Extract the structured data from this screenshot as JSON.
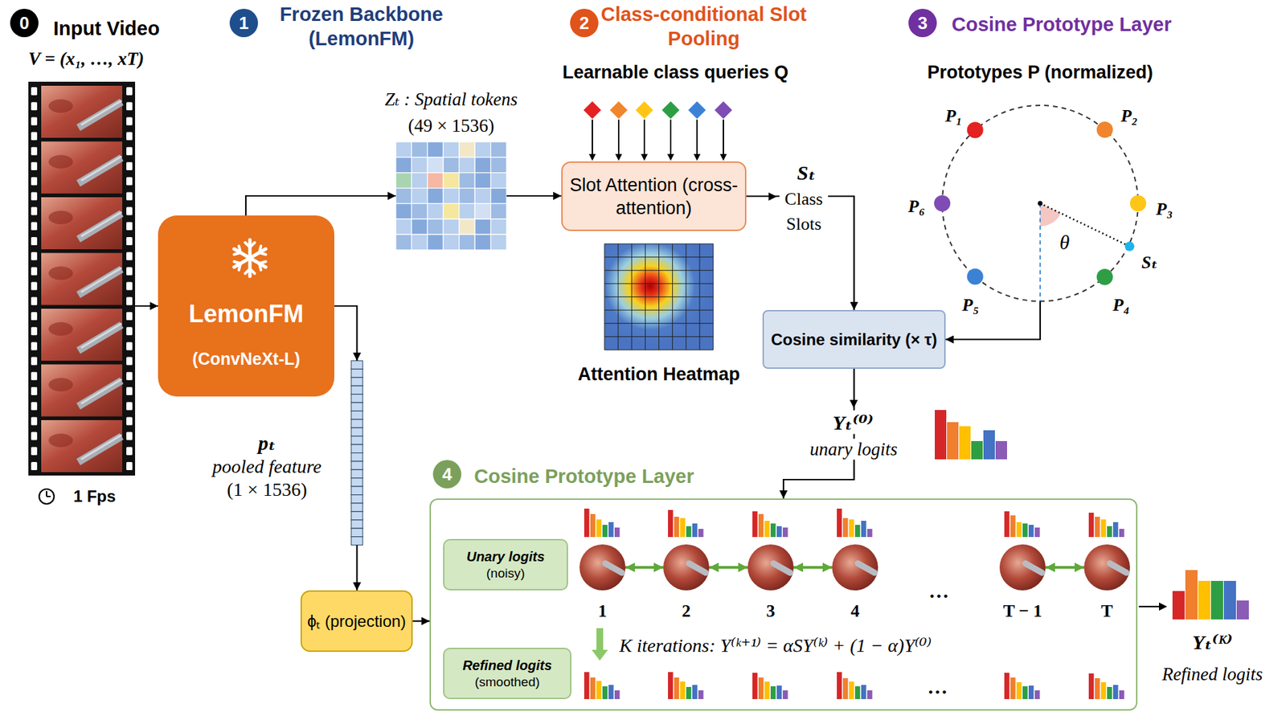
{
  "diagram": {
    "nodes": [
      {
        "text": [
          "Input Video",
          "V = (x₁, …, xT)"
        ]
      },
      {
        "text": [
          "LemonFM",
          "(ConvNeXt-L)"
        ]
      },
      {
        "text": [
          "Zₜ : Spatial tokens",
          "(49 × 1536)"
        ]
      },
      {
        "text": [
          "Slot Attention (cross-attention)"
        ]
      },
      {
        "text": [
          "Attention Heatmap"
        ]
      },
      {
        "text": [
          "Prototypes P (normalized)"
        ]
      },
      {
        "text": [
          "Cosine similarity (× τ)"
        ]
      },
      {
        "text": [
          "pₜ",
          "pooled feature",
          "(1 × 1536)"
        ]
      },
      {
        "text": [
          "ϕₜ (projection)"
        ]
      },
      {
        "text": [
          "Cosine Prototype Layer"
        ]
      },
      {
        "text": [
          "Unary logits",
          "(noisy)"
        ],
        "in": 9
      },
      {
        "text": [
          "Refined logits",
          "(smoothed)"
        ],
        "in": 9
      },
      {
        "text": [
          "1"
        ],
        "in": 9
      },
      {
        "text": [
          "2"
        ],
        "in": 9
      },
      {
        "text": [
          "3"
        ],
        "in": 9
      },
      {
        "text": [
          "4"
        ],
        "in": 9
      },
      {
        "text": [
          "T − 1"
        ],
        "in": 9
      },
      {
        "text": [
          "T"
        ],
        "in": 9
      }
    ],
    "edges": [
      {
        "from": 0,
        "to": 1,
        "arrow": "to"
      },
      {
        "from": 1,
        "to": 2,
        "arrow": "to"
      },
      {
        "from": 2,
        "to": 3,
        "arrow": "to"
      },
      {
        "from": 3,
        "to": 6,
        "arrow": "to"
      },
      {
        "from": 5,
        "to": 6,
        "arrow": "to"
      },
      {
        "from": 6,
        "to": 9,
        "arrow": "to"
      },
      {
        "from": 1,
        "to": 7,
        "arrow": "to"
      },
      {
        "from": 7,
        "to": 8,
        "arrow": "to"
      },
      {
        "from": 8,
        "to": 9,
        "arrow": "to"
      },
      {
        "from": 12,
        "to": 13,
        "arrow": "both"
      },
      {
        "from": 13,
        "to": 14,
        "arrow": "both"
      },
      {
        "from": 14,
        "to": 15,
        "arrow": "both"
      },
      {
        "from": 16,
        "to": 17,
        "arrow": "both"
      }
    ],
    "labels": [
      "0",
      "1 Fps",
      "1",
      "Frozen Backbone (LemonFM)",
      "2",
      "Class-conditional Slot Pooling",
      "Learnable class queries Q",
      "Sₜ",
      "Class Slots",
      "3",
      "Cosine Prototype Layer",
      "P₁",
      "P₂",
      "P₃",
      "P₄",
      "P₅",
      "P₆",
      "Sₜ",
      "θ",
      "Yₜ⁽⁰⁾",
      "unary logits",
      "4",
      "…",
      "K iterations: Y⁽ᵏ⁺¹⁾ = αSY⁽ᵏ⁾ + (1 − α)Y⁽⁰⁾",
      "…",
      "Yₜ⁽ᴷ⁾",
      "Refined logits"
    ]
  }
}
